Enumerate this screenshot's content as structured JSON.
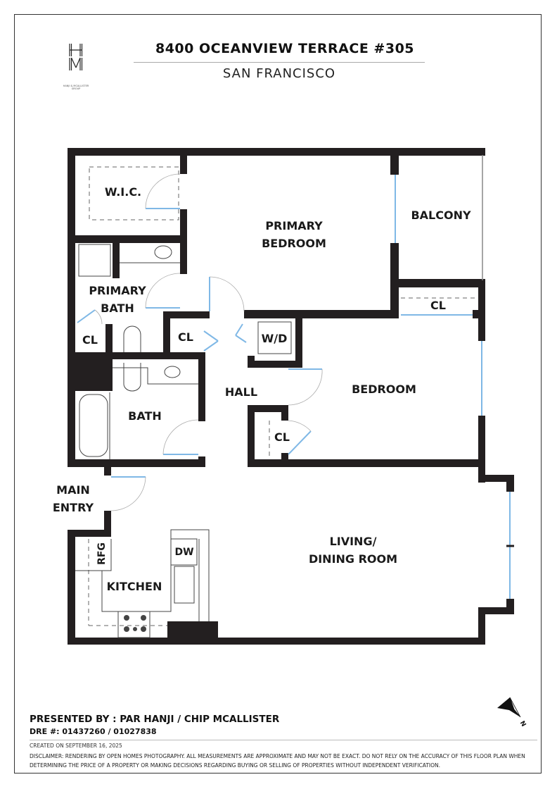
{
  "header": {
    "title": "8400 OCEANVIEW TERRACE #305",
    "subtitle": "SAN FRANCISCO",
    "logo": {
      "monogram": "HM",
      "text": "HANJI & MCALLISTER GROUP"
    }
  },
  "rooms": {
    "wic": "W.I.C.",
    "primary_bedroom": [
      "PRIMARY",
      "BEDROOM"
    ],
    "balcony": "BALCONY",
    "primary_bath": [
      "PRIMARY",
      "BATH"
    ],
    "cl_primary_bath": "CL",
    "cl_hall": "CL",
    "wd": "W/D",
    "cl_balcony": "CL",
    "hall": "HALL",
    "bedroom": "BEDROOM",
    "bath": "BATH",
    "cl_bedroom": "CL",
    "main_entry": [
      "MAIN",
      "ENTRY"
    ],
    "living_dining": [
      "LIVING/",
      "DINING ROOM"
    ],
    "kitchen": "KITCHEN",
    "rfg": "RFG",
    "dw": "DW"
  },
  "colors": {
    "wall": "#231f20",
    "glass": "#7fb8e6",
    "fixture": "#555555"
  },
  "compass": {
    "label": "N",
    "icon": "north-arrow-icon"
  },
  "footer": {
    "presented_by": "PRESENTED BY : PAR HANJI / CHIP MCALLISTER",
    "dre": "DRE #: 01437260 / 01027838",
    "created": "CREATED ON SEPTEMBER 16, 2025",
    "disclaimer": "DISCLAIMER: RENDERING BY OPEN HOMES PHOTOGRAPHY. ALL MEASUREMENTS ARE APPROXIMATE AND MAY NOT BE EXACT. DO NOT RELY ON THE ACCURACY OF THIS FLOOR PLAN WHEN DETERMINING THE PRICE OF A PROPERTY OR MAKING DECISIONS REGARDING BUYING OR SELLING OF PROPERTIES WITHOUT INDEPENDENT VERIFICATION."
  }
}
